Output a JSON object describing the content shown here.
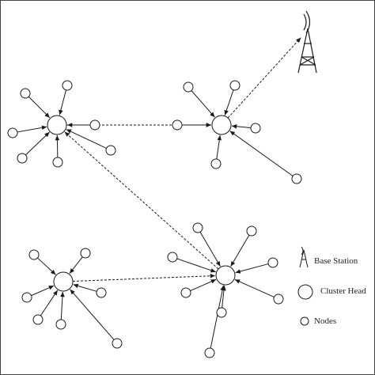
{
  "legend": {
    "base_station": "Base Station",
    "cluster_head": "Cluster Head",
    "nodes": "Nodes"
  },
  "colors": {
    "stroke": "#1a1a1a",
    "background": "#ffffff"
  }
}
